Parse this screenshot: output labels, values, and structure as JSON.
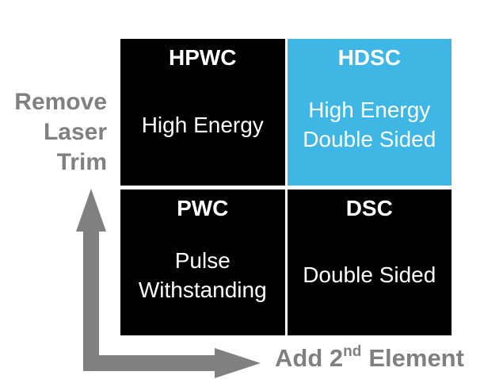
{
  "colors": {
    "accent-blue": "#3EB7E5",
    "cell-black": "#000000",
    "axis-gray": "#808080",
    "cell-text": "#FFFFFF",
    "background": "#FFFFFF"
  },
  "matrix": {
    "cells": [
      {
        "code": "HPWC",
        "label_lines": [
          "High Energy"
        ],
        "highlighted": false
      },
      {
        "code": "HDSC",
        "label_lines": [
          "High Energy",
          "Double Sided"
        ],
        "highlighted": true
      },
      {
        "code": "PWC",
        "label_lines": [
          "Pulse",
          "Withstanding"
        ],
        "highlighted": false
      },
      {
        "code": "DSC",
        "label_lines": [
          "Double Sided"
        ],
        "highlighted": false
      }
    ]
  },
  "axes": {
    "y_axis": {
      "label_lines": [
        "Remove",
        "Laser",
        "Trim"
      ]
    },
    "x_axis": {
      "label_prefix": "Add 2",
      "label_superscript": "nd",
      "label_suffix": "Element"
    }
  }
}
